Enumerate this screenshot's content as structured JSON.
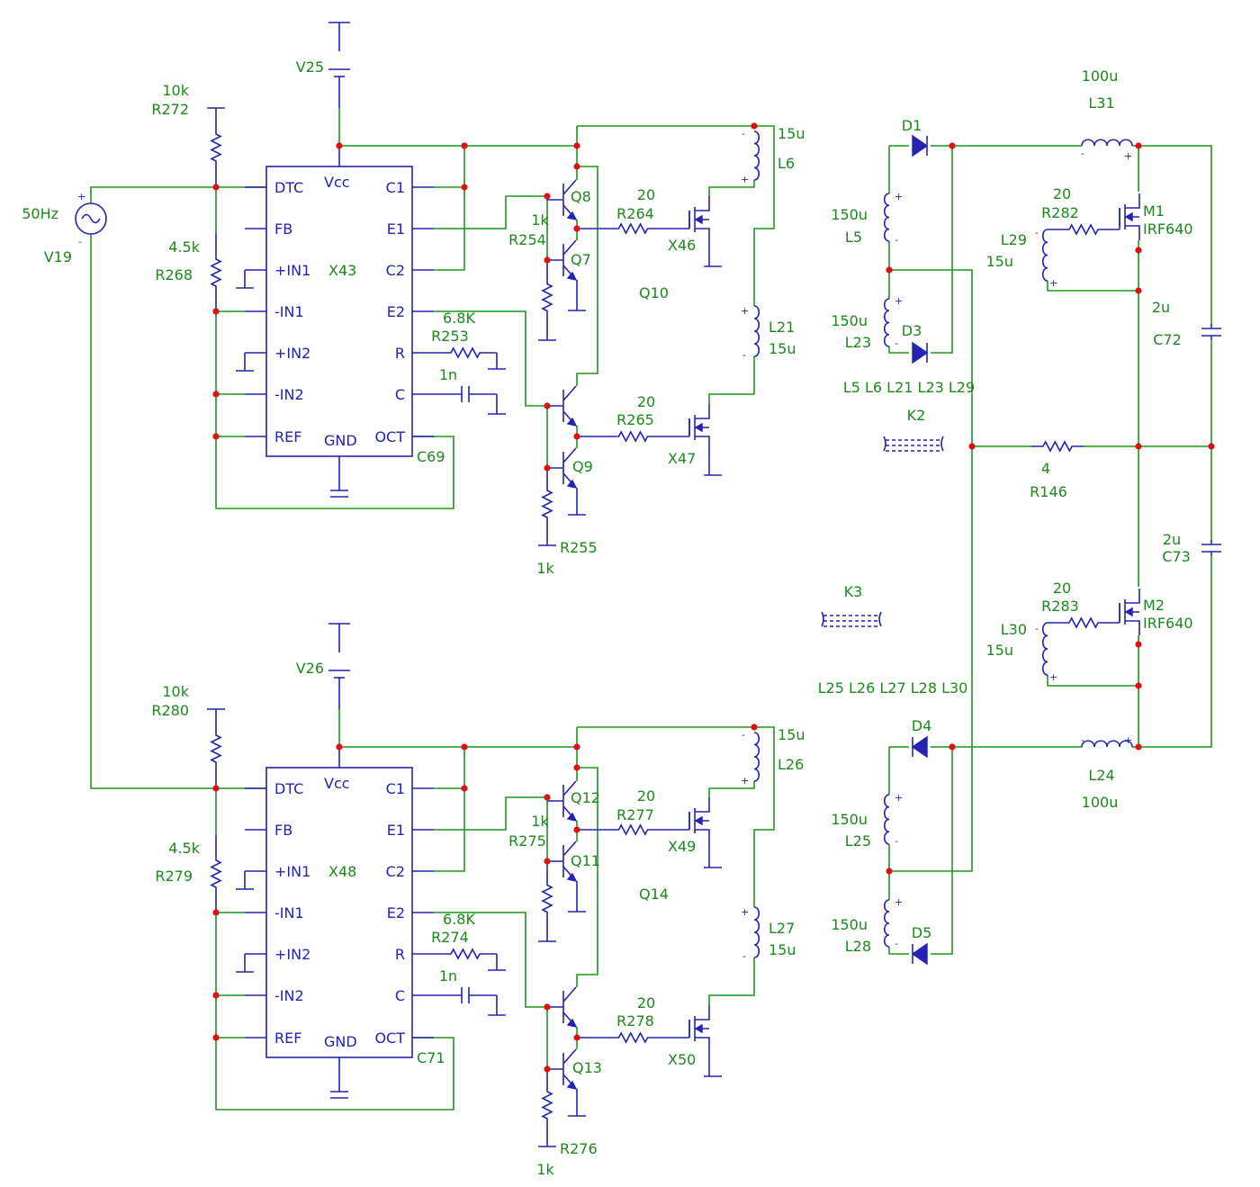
{
  "chips": [
    {
      "ref": "X43",
      "cap_label": "C69",
      "pins_left": [
        "DTC",
        "FB",
        "+IN1",
        "-IN1",
        "+IN2",
        "-IN2",
        "REF"
      ],
      "pins_right": [
        "C1",
        "E1",
        "C2",
        "E2",
        "R",
        "C",
        "OCT"
      ],
      "vcc": "Vcc",
      "gnd": "GND",
      "supply": "V25",
      "r_top": {
        "ref": "R272",
        "value": "10k"
      },
      "r_mid": {
        "ref": "R268",
        "value": "4.5k"
      },
      "r_e2": {
        "ref": "R253",
        "value": "6.8K"
      },
      "c_osc": "1n",
      "q_upper_a": "Q8",
      "q_upper_b": "Q7",
      "q_pair_label": "Q10",
      "q_lower": "Q9",
      "r_base_a": {
        "ref": "R254",
        "value": "1k"
      },
      "r_base_b": {
        "ref": "R255",
        "value": "1k"
      },
      "r_gate_a": {
        "ref": "R264",
        "value": "20"
      },
      "r_gate_b": {
        "ref": "R265",
        "value": "20"
      },
      "fet_a": "X46",
      "fet_b": "X47",
      "l_a": {
        "ref": "L6",
        "value": "15u"
      },
      "l_b": {
        "ref": "L21",
        "value": "15u"
      }
    },
    {
      "ref": "X48",
      "cap_label": "C71",
      "pins_left": [
        "DTC",
        "FB",
        "+IN1",
        "-IN1",
        "+IN2",
        "-IN2",
        "REF"
      ],
      "pins_right": [
        "C1",
        "E1",
        "C2",
        "E2",
        "R",
        "C",
        "OCT"
      ],
      "vcc": "Vcc",
      "gnd": "GND",
      "supply": "V26",
      "r_top": {
        "ref": "R280",
        "value": "10k"
      },
      "r_mid": {
        "ref": "R279",
        "value": "4.5k"
      },
      "r_e2": {
        "ref": "R274",
        "value": "6.8K"
      },
      "c_osc": "1n",
      "q_upper_a": "Q12",
      "q_upper_b": "Q11",
      "q_pair_label": "Q14",
      "q_lower": "Q13",
      "r_base_a": {
        "ref": "R275",
        "value": "1k"
      },
      "r_base_b": {
        "ref": "R276",
        "value": "1k"
      },
      "r_gate_a": {
        "ref": "R277",
        "value": "20"
      },
      "r_gate_b": {
        "ref": "R278",
        "value": "20"
      },
      "fet_a": "X49",
      "fet_b": "X50",
      "l_a": {
        "ref": "L26",
        "value": "15u"
      },
      "l_b": {
        "ref": "L27",
        "value": "15u"
      }
    }
  ],
  "source": {
    "ref": "V19",
    "value": "50Hz"
  },
  "output": {
    "d1": "D1",
    "d3": "D3",
    "d4": "D4",
    "d5": "D5",
    "l31": {
      "ref": "L31",
      "value": "100u"
    },
    "l24": {
      "ref": "L24",
      "value": "100u"
    },
    "l5": {
      "ref": "L5",
      "value": "150u"
    },
    "l23": {
      "ref": "L23",
      "value": "150u"
    },
    "l25": {
      "ref": "L25",
      "value": "150u"
    },
    "l28": {
      "ref": "L28",
      "value": "150u"
    },
    "l29": {
      "ref": "L29",
      "value": "15u"
    },
    "l30": {
      "ref": "L30",
      "value": "15u"
    },
    "r282": {
      "ref": "R282",
      "value": "20"
    },
    "r283": {
      "ref": "R283",
      "value": "20"
    },
    "m1": {
      "ref": "M1",
      "part": "IRF640"
    },
    "m2": {
      "ref": "M2",
      "part": "IRF640"
    },
    "c72": {
      "ref": "C72",
      "value": "2u"
    },
    "c73": {
      "ref": "C73",
      "value": "2u"
    },
    "r146": {
      "ref": "R146",
      "value": "4"
    },
    "k2": {
      "ref": "K2",
      "members": "L5 L6 L21 L23 L29"
    },
    "k3": {
      "ref": "K3",
      "members": "L25 L26 L27 L28 L30"
    }
  },
  "colors": {
    "wire": "#1a9a1a",
    "component": "#2323b4",
    "junction": "#e01010",
    "label": "#1a8a1a"
  }
}
